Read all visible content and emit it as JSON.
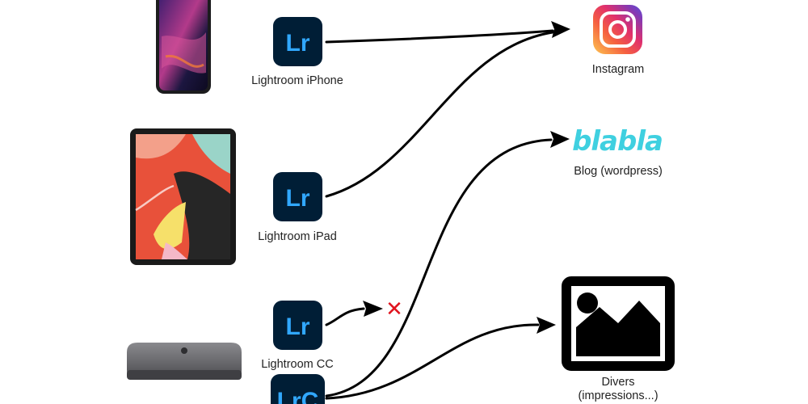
{
  "devices": {
    "iphone": "phone-device-icon",
    "ipad": "tablet-device-icon",
    "mac_mini": "desktop-computer-icon"
  },
  "apps": [
    {
      "name": "lightroom-iphone",
      "icon_text": "Lr",
      "label": "Lightroom iPhone"
    },
    {
      "name": "lightroom-ipad",
      "icon_text": "Lr",
      "label": "Lightroom iPad"
    },
    {
      "name": "lightroom-cc",
      "icon_text": "Lr",
      "label": "Lightroom CC"
    },
    {
      "name": "lightroom-classic",
      "icon_text": "LrC",
      "label": ""
    }
  ],
  "destinations": {
    "instagram": {
      "label": "Instagram",
      "icon": "instagram-logo-icon"
    },
    "blog": {
      "logo_text": "blabla",
      "label": "Blog (wordpress)"
    },
    "divers": {
      "label_line1": "Divers",
      "label_line2": "(impressions...)",
      "icon": "image-placeholder-icon"
    }
  },
  "no_output_marker": "✕",
  "colors": {
    "lr_badge_bg": "#001e36",
    "lr_text": "#31a8ff",
    "blabla": "#3fd0e0",
    "cross": "#e0141e",
    "arrow": "#000000"
  }
}
